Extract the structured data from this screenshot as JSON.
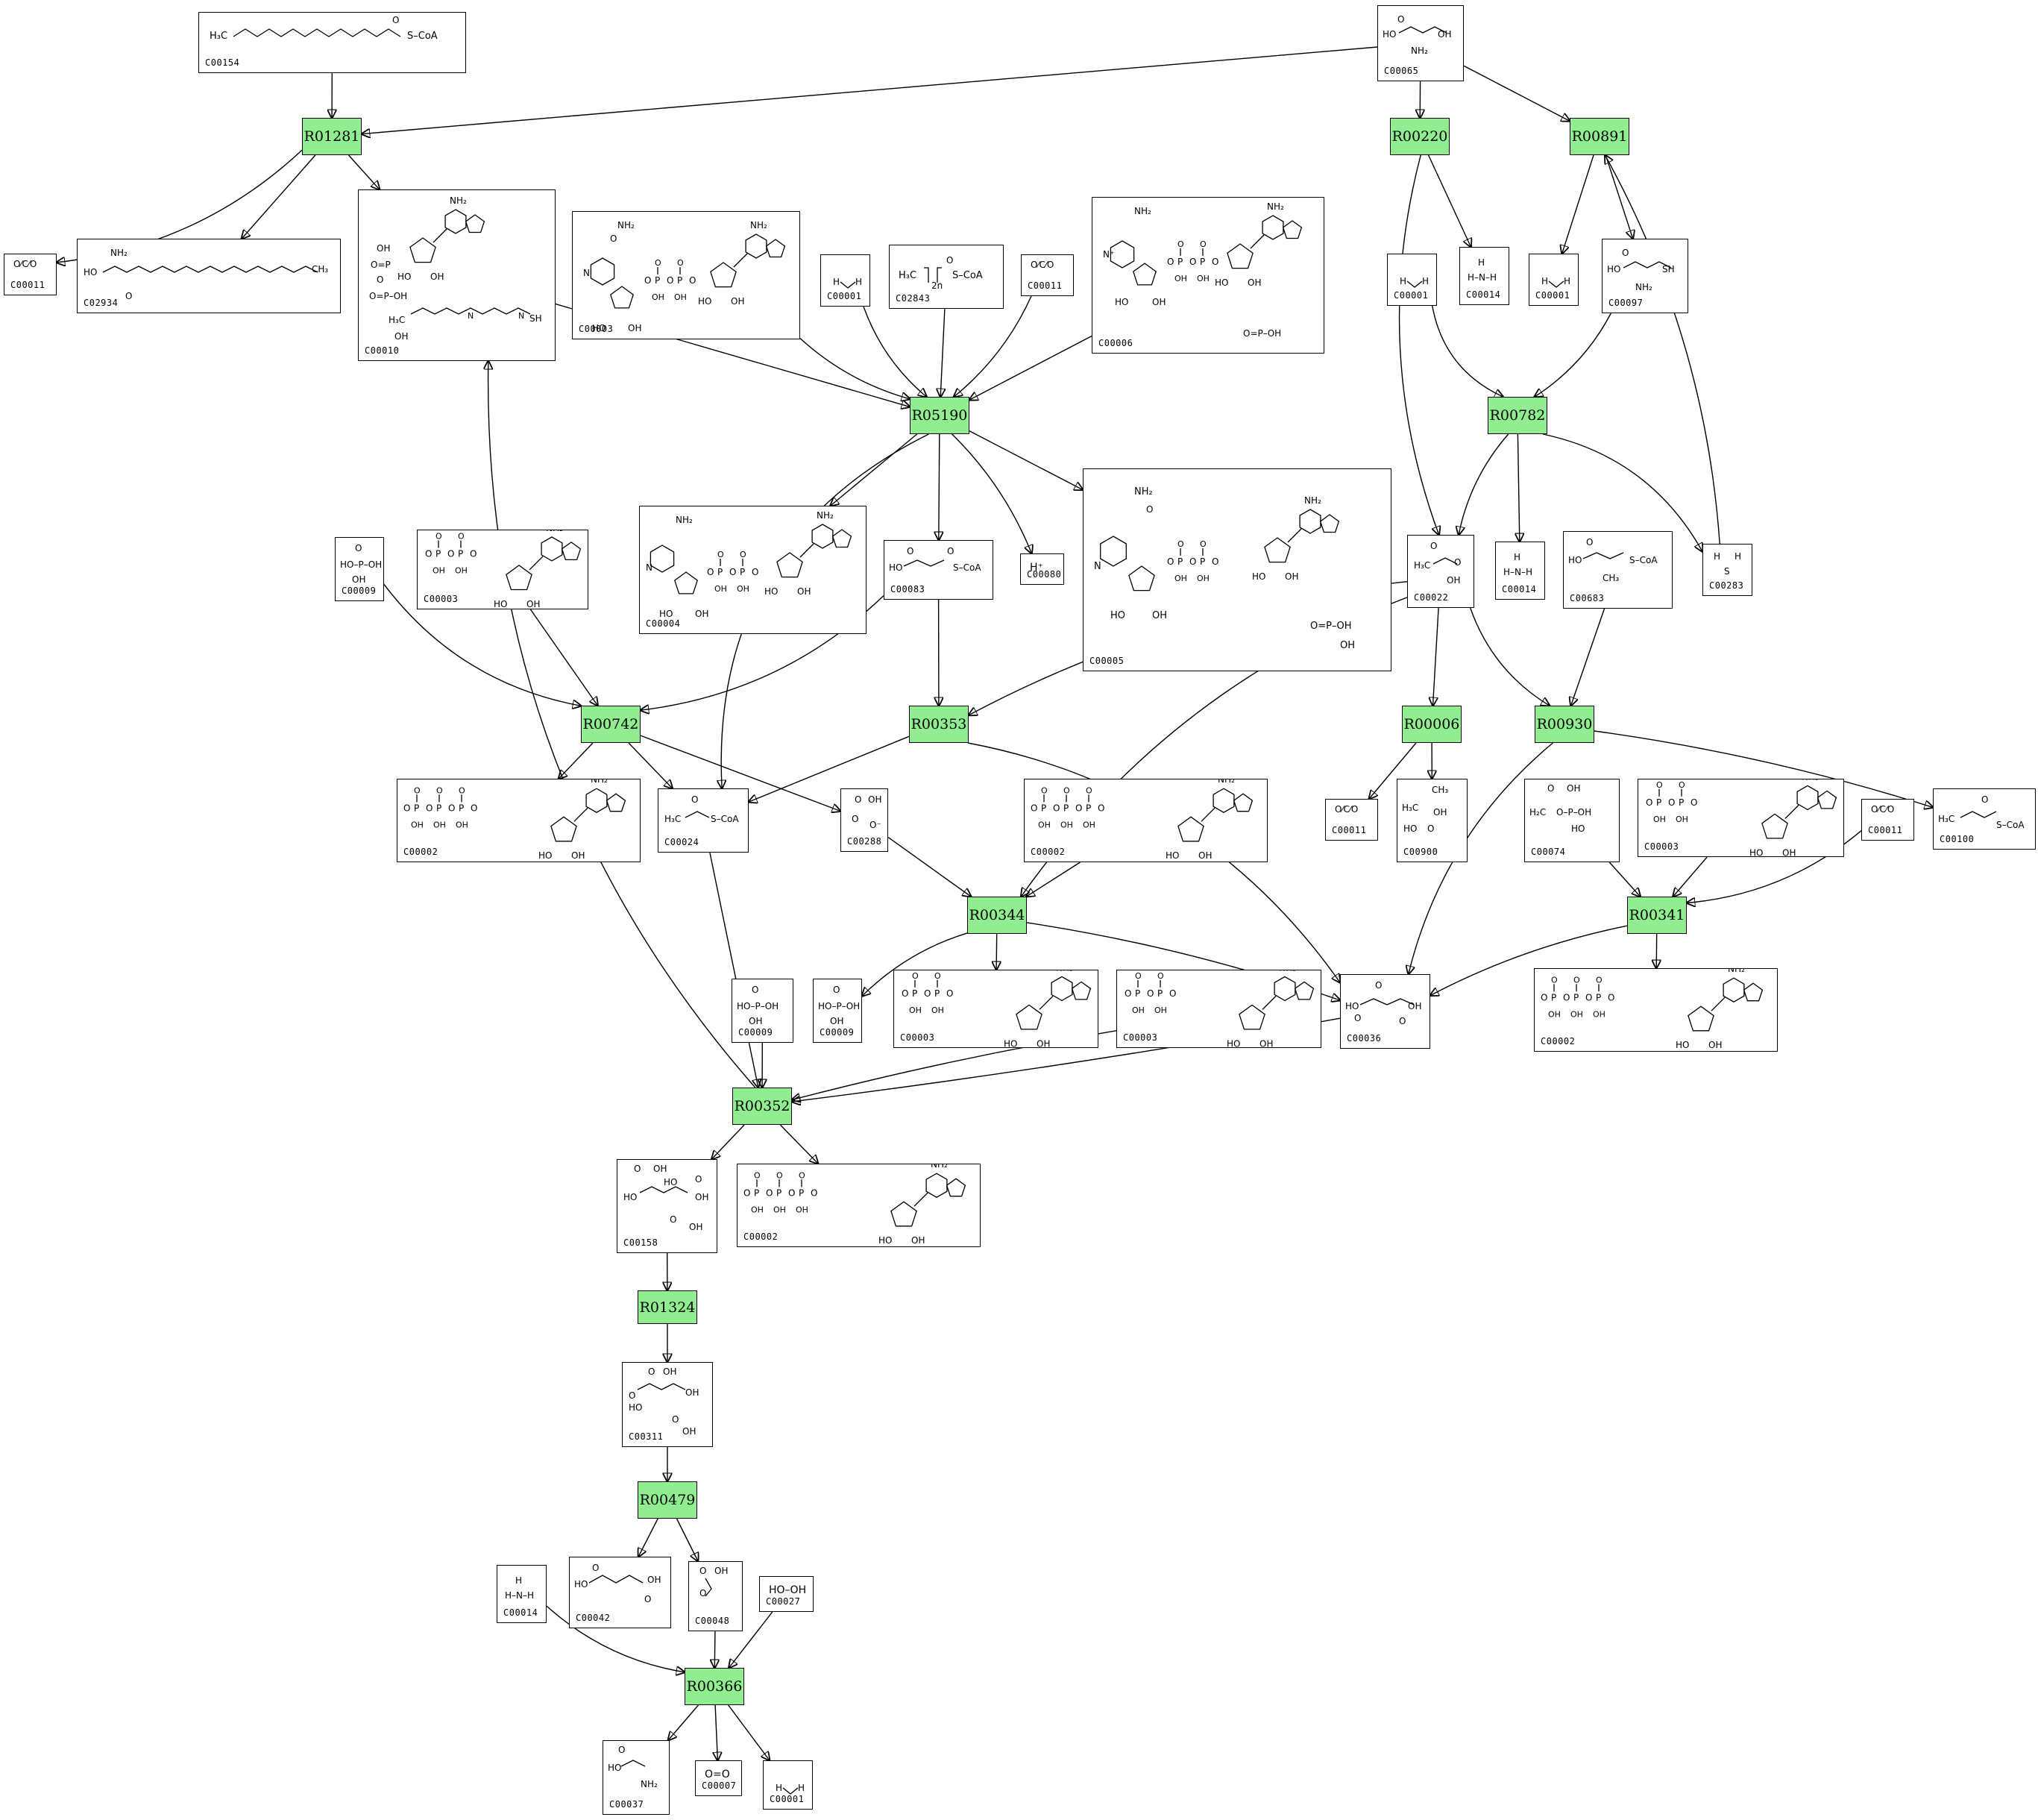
{
  "reactions": [
    {
      "id": "R01281",
      "label": "R01281"
    },
    {
      "id": "R00220",
      "label": "R00220"
    },
    {
      "id": "R00891",
      "label": "R00891"
    },
    {
      "id": "R05190",
      "label": "R05190"
    },
    {
      "id": "R00782",
      "label": "R00782"
    },
    {
      "id": "R00742",
      "label": "R00742"
    },
    {
      "id": "R00353",
      "label": "R00353"
    },
    {
      "id": "R00006",
      "label": "R00006"
    },
    {
      "id": "R00930",
      "label": "R00930"
    },
    {
      "id": "R00344",
      "label": "R00344"
    },
    {
      "id": "R00341",
      "label": "R00341"
    },
    {
      "id": "R00352",
      "label": "R00352"
    },
    {
      "id": "R01324",
      "label": "R01324"
    },
    {
      "id": "R00479",
      "label": "R00479"
    },
    {
      "id": "R00366",
      "label": "R00366"
    }
  ],
  "compounds": [
    {
      "key": "c00154_a",
      "id": "C00154",
      "formula": "H3C–(CH2)14–C(=O)S–CoA"
    },
    {
      "key": "c00065_a",
      "id": "C00065",
      "formula": "HO–C(=O)–CH(NH2)–CH2OH"
    },
    {
      "key": "c00011_a",
      "id": "C00011",
      "formula": "O=C=O"
    },
    {
      "key": "c02934_a",
      "id": "C02934",
      "formula": "HO–CH2–CH(NH2)–C(=O)–C15H31"
    },
    {
      "key": "c00010_a",
      "id": "C00010",
      "formula": "CoA-SH"
    },
    {
      "key": "c00003_a",
      "id": "C00003",
      "formula": "NAD+"
    },
    {
      "key": "c00001_a",
      "id": "C00001",
      "formula": "H2O"
    },
    {
      "key": "c02843_a",
      "id": "C02843",
      "formula": "H3C–[ ]2n–C(=O)S–CoA"
    },
    {
      "key": "c00011_b",
      "id": "C00011",
      "formula": "O=C=O"
    },
    {
      "key": "c00006_a",
      "id": "C00006",
      "formula": "NADP+"
    },
    {
      "key": "c00001_b",
      "id": "C00001",
      "formula": "H2O"
    },
    {
      "key": "c00014_a",
      "id": "C00014",
      "formula": "NH3"
    },
    {
      "key": "c00001_c",
      "id": "C00001",
      "formula": "H2O"
    },
    {
      "key": "c00097_a",
      "id": "C00097",
      "formula": "HO–C(=O)–CH(NH2)–CH2SH"
    },
    {
      "key": "c00009_a",
      "id": "C00009",
      "formula": "H3PO4"
    },
    {
      "key": "c00003_b",
      "id": "C00003",
      "formula": "ADP"
    },
    {
      "key": "c00004_a",
      "id": "C00004",
      "formula": "NADH"
    },
    {
      "key": "c00083_a",
      "id": "C00083",
      "formula": "HOOC–CH2–C(=O)S–CoA"
    },
    {
      "key": "c00080_a",
      "id": "C00080",
      "formula": "H+"
    },
    {
      "key": "c00005_a",
      "id": "C00005",
      "formula": "NADPH"
    },
    {
      "key": "c00022_a",
      "id": "C00022",
      "formula": "H3C–C(=O)–COOH"
    },
    {
      "key": "c00014_b",
      "id": "C00014",
      "formula": "NH3"
    },
    {
      "key": "c00683_a",
      "id": "C00683",
      "formula": "HOOC–CH(CH3)–C(=O)S–CoA"
    },
    {
      "key": "c00283_a",
      "id": "C00283",
      "formula": "H2S"
    },
    {
      "key": "c00002_a",
      "id": "C00002",
      "formula": "ATP"
    },
    {
      "key": "c00024_a",
      "id": "C00024",
      "formula": "H3C–C(=O)S–CoA"
    },
    {
      "key": "c00288_a",
      "id": "C00288",
      "formula": "HCO3-"
    },
    {
      "key": "c00002_b",
      "id": "C00002",
      "formula": "ATP"
    },
    {
      "key": "c00011_c",
      "id": "C00011",
      "formula": "O=C=O"
    },
    {
      "key": "c00900_a",
      "id": "C00900",
      "formula": "H3C–C(OH)(CH3)–CHO"
    },
    {
      "key": "c00074_a",
      "id": "C00074",
      "formula": "PEP"
    },
    {
      "key": "c00003_c",
      "id": "C00003",
      "formula": "ADP"
    },
    {
      "key": "c00011_d",
      "id": "C00011",
      "formula": "O=C=O"
    },
    {
      "key": "c00100_a",
      "id": "C00100",
      "formula": "H3C–CH2–C(=O)S–CoA"
    },
    {
      "key": "c00009_b",
      "id": "C00009",
      "formula": "H3PO4"
    },
    {
      "key": "c00009_c",
      "id": "C00009",
      "formula": "H3PO4"
    },
    {
      "key": "c00003_d",
      "id": "C00003",
      "formula": "ADP"
    },
    {
      "key": "c00003_e",
      "id": "C00003",
      "formula": "ADP"
    },
    {
      "key": "c00036_a",
      "id": "C00036",
      "formula": "HOOC–C(=O)–CH2–COOH"
    },
    {
      "key": "c00002_c",
      "id": "C00002",
      "formula": "ATP"
    },
    {
      "key": "c00158_a",
      "id": "C00158",
      "formula": "Citrate"
    },
    {
      "key": "c00002_d",
      "id": "C00002",
      "formula": "ATP"
    },
    {
      "key": "c00311_a",
      "id": "C00311",
      "formula": "Isocitrate"
    },
    {
      "key": "c00014_c",
      "id": "C00014",
      "formula": "NH3"
    },
    {
      "key": "c00042_a",
      "id": "C00042",
      "formula": "Succinate"
    },
    {
      "key": "c00048_a",
      "id": "C00048",
      "formula": "Glyoxylate"
    },
    {
      "key": "c00027_a",
      "id": "C00027",
      "formula": "HO–OH"
    },
    {
      "key": "c00037_a",
      "id": "C00037",
      "formula": "Glycine"
    },
    {
      "key": "c00007_a",
      "id": "C00007",
      "formula": "O=O"
    },
    {
      "key": "c00001_d",
      "id": "C00001",
      "formula": "H2O"
    }
  ],
  "labels": {
    "c00080_text": "H⁺",
    "c00027_text": "HO–OH",
    "c00007_text": "O=O"
  }
}
